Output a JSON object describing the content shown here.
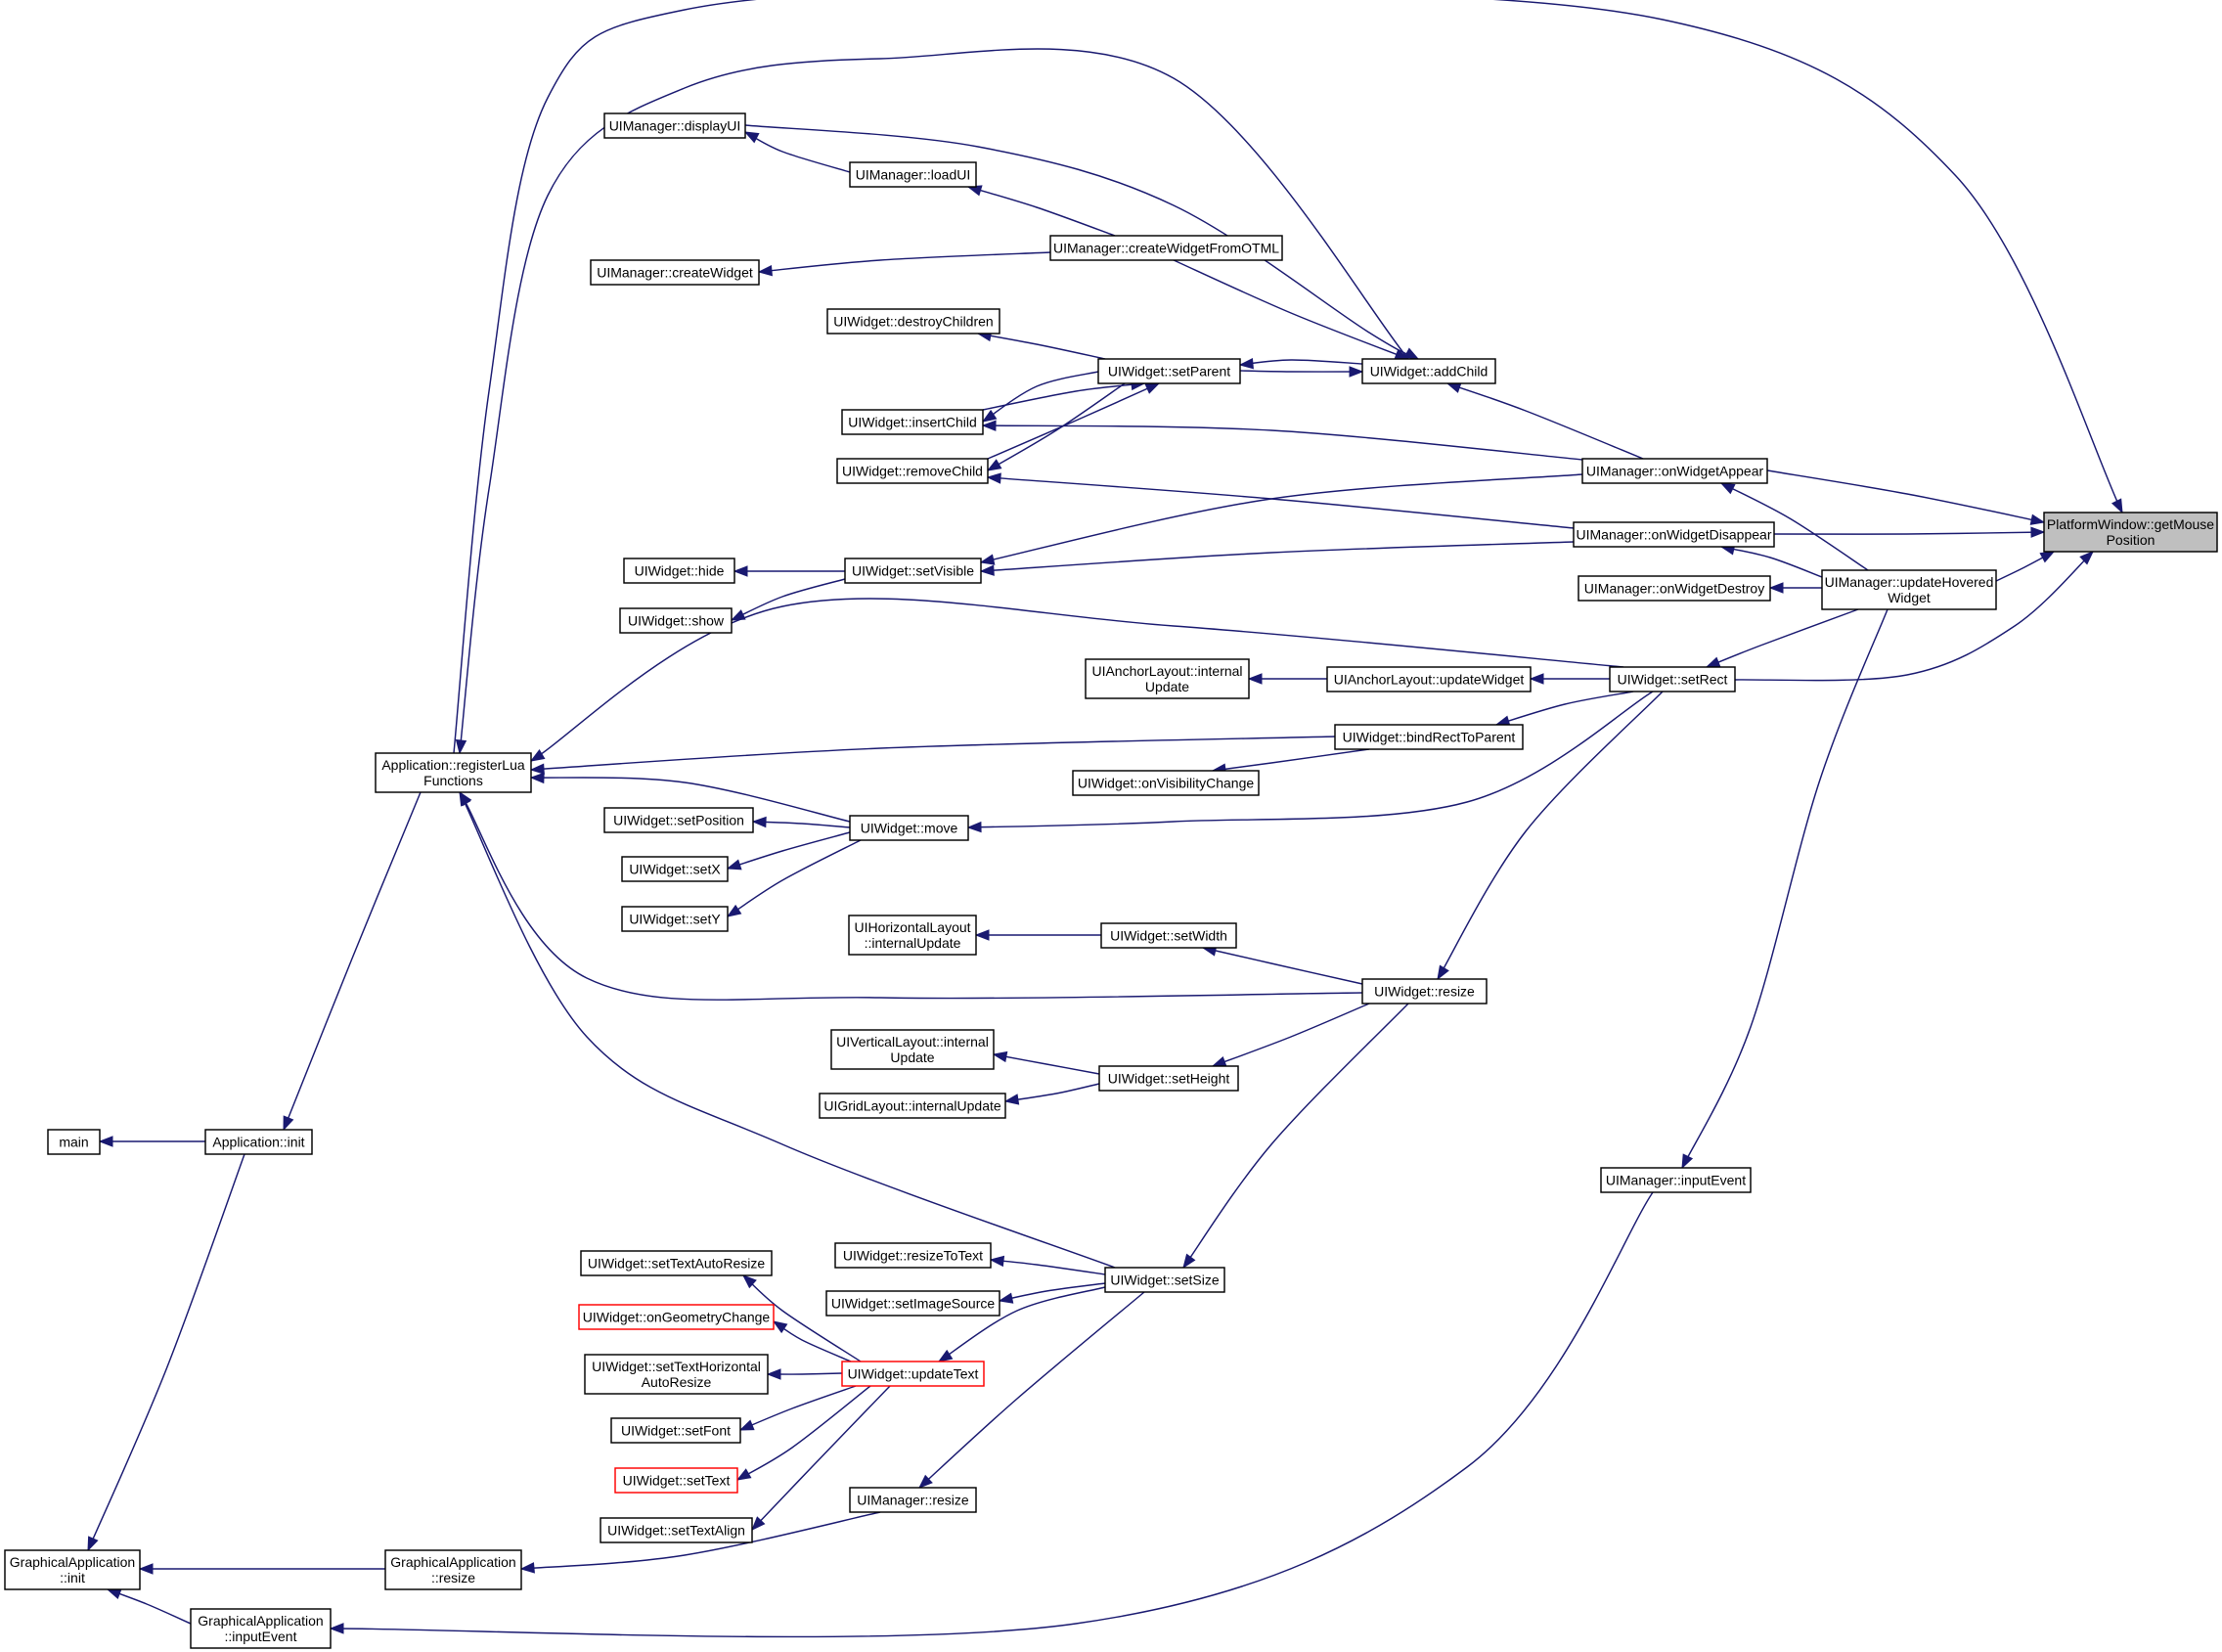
{
  "graph": {
    "colors": {
      "edge": "#191970",
      "node_border": "#000000",
      "node_border_truncated": "#ff0000",
      "node_fill": "#ffffff",
      "node_fill_highlight": "#bfbfbf"
    },
    "nodes": [
      {
        "id": "getMousePosition",
        "lines": [
          "PlatformWindow::getMouse",
          "Position"
        ],
        "style": "highlight"
      },
      {
        "id": "addChild",
        "lines": [
          "UIWidget::addChild"
        ]
      },
      {
        "id": "displayUI",
        "lines": [
          "UIManager::displayUI"
        ]
      },
      {
        "id": "loadUI",
        "lines": [
          "UIManager::loadUI"
        ]
      },
      {
        "id": "createWidgetFromOTML",
        "lines": [
          "UIManager::createWidgetFromOTML"
        ]
      },
      {
        "id": "createWidget",
        "lines": [
          "UIManager::createWidget"
        ]
      },
      {
        "id": "destroyChildren",
        "lines": [
          "UIWidget::destroyChildren"
        ]
      },
      {
        "id": "setParent",
        "lines": [
          "UIWidget::setParent"
        ]
      },
      {
        "id": "insertChild",
        "lines": [
          "UIWidget::insertChild"
        ]
      },
      {
        "id": "removeChild",
        "lines": [
          "UIWidget::removeChild"
        ]
      },
      {
        "id": "onWidgetAppear",
        "lines": [
          "UIManager::onWidgetAppear"
        ]
      },
      {
        "id": "onWidgetDisappear",
        "lines": [
          "UIManager::onWidgetDisappear"
        ]
      },
      {
        "id": "onWidgetDestroy",
        "lines": [
          "UIManager::onWidgetDestroy"
        ]
      },
      {
        "id": "updateHoveredWidget",
        "lines": [
          "UIManager::updateHovered",
          "Widget"
        ]
      },
      {
        "id": "setVisible",
        "lines": [
          "UIWidget::setVisible"
        ]
      },
      {
        "id": "hide",
        "lines": [
          "UIWidget::hide"
        ]
      },
      {
        "id": "show",
        "lines": [
          "UIWidget::show"
        ]
      },
      {
        "id": "setRect",
        "lines": [
          "UIWidget::setRect"
        ]
      },
      {
        "id": "anchorInternalUpdate",
        "lines": [
          "UIAnchorLayout::internal",
          "Update"
        ]
      },
      {
        "id": "anchorUpdateWidget",
        "lines": [
          "UIAnchorLayout::updateWidget"
        ]
      },
      {
        "id": "bindRectToParent",
        "lines": [
          "UIWidget::bindRectToParent"
        ]
      },
      {
        "id": "onVisibilityChange",
        "lines": [
          "UIWidget::onVisibilityChange"
        ]
      },
      {
        "id": "registerLuaFunctions",
        "lines": [
          "Application::registerLua",
          "Functions"
        ]
      },
      {
        "id": "setPosition",
        "lines": [
          "UIWidget::setPosition"
        ]
      },
      {
        "id": "move",
        "lines": [
          "UIWidget::move"
        ]
      },
      {
        "id": "setX",
        "lines": [
          "UIWidget::setX"
        ]
      },
      {
        "id": "setY",
        "lines": [
          "UIWidget::setY"
        ]
      },
      {
        "id": "hlInternalUpdate",
        "lines": [
          "UIHorizontalLayout",
          "::internalUpdate"
        ]
      },
      {
        "id": "setWidth",
        "lines": [
          "UIWidget::setWidth"
        ]
      },
      {
        "id": "resize",
        "lines": [
          "UIWidget::resize"
        ]
      },
      {
        "id": "vlInternalUpdate",
        "lines": [
          "UIVerticalLayout::internal",
          "Update"
        ]
      },
      {
        "id": "setHeight",
        "lines": [
          "UIWidget::setHeight"
        ]
      },
      {
        "id": "glInternalUpdate",
        "lines": [
          "UIGridLayout::internalUpdate"
        ]
      },
      {
        "id": "main",
        "lines": [
          "main"
        ]
      },
      {
        "id": "appInit",
        "lines": [
          "Application::init"
        ]
      },
      {
        "id": "inputEvent",
        "lines": [
          "UIManager::inputEvent"
        ]
      },
      {
        "id": "resizeToText",
        "lines": [
          "UIWidget::resizeToText"
        ]
      },
      {
        "id": "setTextAutoResize",
        "lines": [
          "UIWidget::setTextAutoResize"
        ]
      },
      {
        "id": "setSize",
        "lines": [
          "UIWidget::setSize"
        ]
      },
      {
        "id": "setImageSource",
        "lines": [
          "UIWidget::setImageSource"
        ]
      },
      {
        "id": "onGeometryChange",
        "lines": [
          "UIWidget::onGeometryChange"
        ],
        "style": "truncated"
      },
      {
        "id": "setTextHorizontalAutoResize",
        "lines": [
          "UIWidget::setTextHorizontal",
          "AutoResize"
        ]
      },
      {
        "id": "updateText",
        "lines": [
          "UIWidget::updateText"
        ],
        "style": "truncated"
      },
      {
        "id": "setFont",
        "lines": [
          "UIWidget::setFont"
        ]
      },
      {
        "id": "setText",
        "lines": [
          "UIWidget::setText"
        ],
        "style": "truncated"
      },
      {
        "id": "uiManagerResize",
        "lines": [
          "UIManager::resize"
        ]
      },
      {
        "id": "setTextAlign",
        "lines": [
          "UIWidget::setTextAlign"
        ]
      },
      {
        "id": "gaInit",
        "lines": [
          "GraphicalApplication",
          "::init"
        ]
      },
      {
        "id": "gaResize",
        "lines": [
          "GraphicalApplication",
          "::resize"
        ]
      },
      {
        "id": "gaInputEvent",
        "lines": [
          "GraphicalApplication",
          "::inputEvent"
        ]
      }
    ],
    "edges": [
      [
        "addChild",
        "getMousePosition"
      ],
      [
        "onWidgetAppear",
        "getMousePosition"
      ],
      [
        "onWidgetDisappear",
        "getMousePosition"
      ],
      [
        "updateHoveredWidget",
        "getMousePosition"
      ],
      [
        "setRect",
        "getMousePosition"
      ],
      [
        "registerLuaFunctions",
        "getMousePosition"
      ],
      [
        "displayUI",
        "addChild"
      ],
      [
        "loadUI",
        "displayUI"
      ],
      [
        "createWidgetFromOTML",
        "loadUI"
      ],
      [
        "createWidgetFromOTML",
        "createWidget"
      ],
      [
        "createWidgetFromOTML",
        "addChild"
      ],
      [
        "setParent",
        "addChild"
      ],
      [
        "addChild",
        "setParent"
      ],
      [
        "setParent",
        "destroyChildren"
      ],
      [
        "setParent",
        "insertChild"
      ],
      [
        "setParent",
        "removeChild"
      ],
      [
        "insertChild",
        "setParent"
      ],
      [
        "removeChild",
        "setParent"
      ],
      [
        "onWidgetAppear",
        "addChild"
      ],
      [
        "onWidgetAppear",
        "insertChild"
      ],
      [
        "onWidgetAppear",
        "setVisible"
      ],
      [
        "onWidgetDisappear",
        "removeChild"
      ],
      [
        "onWidgetDisappear",
        "setVisible"
      ],
      [
        "updateHoveredWidget",
        "onWidgetAppear"
      ],
      [
        "updateHoveredWidget",
        "onWidgetDisappear"
      ],
      [
        "updateHoveredWidget",
        "onWidgetDestroy"
      ],
      [
        "updateHoveredWidget",
        "setRect"
      ],
      [
        "updateHoveredWidget",
        "inputEvent"
      ],
      [
        "setVisible",
        "hide"
      ],
      [
        "setVisible",
        "show"
      ],
      [
        "setRect",
        "anchorUpdateWidget"
      ],
      [
        "setRect",
        "bindRectToParent"
      ],
      [
        "setRect",
        "move"
      ],
      [
        "setRect",
        "resize"
      ],
      [
        "setRect",
        "registerLuaFunctions"
      ],
      [
        "anchorUpdateWidget",
        "anchorInternalUpdate"
      ],
      [
        "bindRectToParent",
        "onVisibilityChange"
      ],
      [
        "bindRectToParent",
        "registerLuaFunctions"
      ],
      [
        "move",
        "setPosition"
      ],
      [
        "move",
        "setX"
      ],
      [
        "move",
        "setY"
      ],
      [
        "move",
        "registerLuaFunctions"
      ],
      [
        "setWidth",
        "hlInternalUpdate"
      ],
      [
        "resize",
        "setWidth"
      ],
      [
        "resize",
        "setHeight"
      ],
      [
        "resize",
        "setSize"
      ],
      [
        "resize",
        "registerLuaFunctions"
      ],
      [
        "setHeight",
        "vlInternalUpdate"
      ],
      [
        "setHeight",
        "glInternalUpdate"
      ],
      [
        "setSize",
        "resizeToText"
      ],
      [
        "setSize",
        "setImageSource"
      ],
      [
        "setSize",
        "updateText"
      ],
      [
        "setSize",
        "uiManagerResize"
      ],
      [
        "setSize",
        "registerLuaFunctions"
      ],
      [
        "updateText",
        "setTextAutoResize"
      ],
      [
        "updateText",
        "onGeometryChange"
      ],
      [
        "updateText",
        "setTextHorizontalAutoResize"
      ],
      [
        "updateText",
        "setFont"
      ],
      [
        "updateText",
        "setText"
      ],
      [
        "updateText",
        "setTextAlign"
      ],
      [
        "registerLuaFunctions",
        "appInit"
      ],
      [
        "appInit",
        "main"
      ],
      [
        "appInit",
        "gaInit"
      ],
      [
        "uiManagerResize",
        "gaResize"
      ],
      [
        "gaResize",
        "gaInit"
      ],
      [
        "inputEvent",
        "gaInputEvent"
      ],
      [
        "gaInputEvent",
        "gaInit"
      ]
    ]
  }
}
